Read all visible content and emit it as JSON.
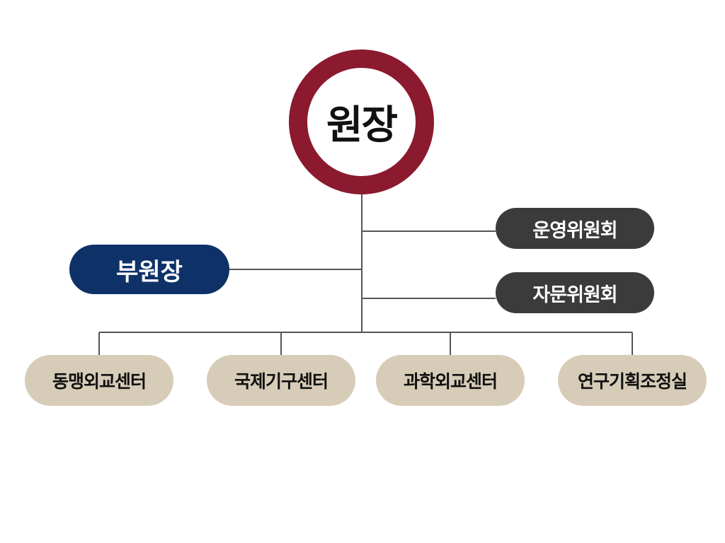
{
  "director": {
    "label": "원장"
  },
  "vice_director": {
    "label": "부원장"
  },
  "committees": [
    {
      "label": "운영위원회"
    },
    {
      "label": "자문위원회"
    }
  ],
  "units": [
    {
      "label": "동맹외교센터"
    },
    {
      "label": "국제기구센터"
    },
    {
      "label": "과학외교센터"
    },
    {
      "label": "연구기획조정실"
    }
  ],
  "colors": {
    "director_ring": "#8b1a2e",
    "vice_director": "#0e3268",
    "committee": "#3b3b3b",
    "unit": "#d6ccb8",
    "connector": "#555555"
  }
}
